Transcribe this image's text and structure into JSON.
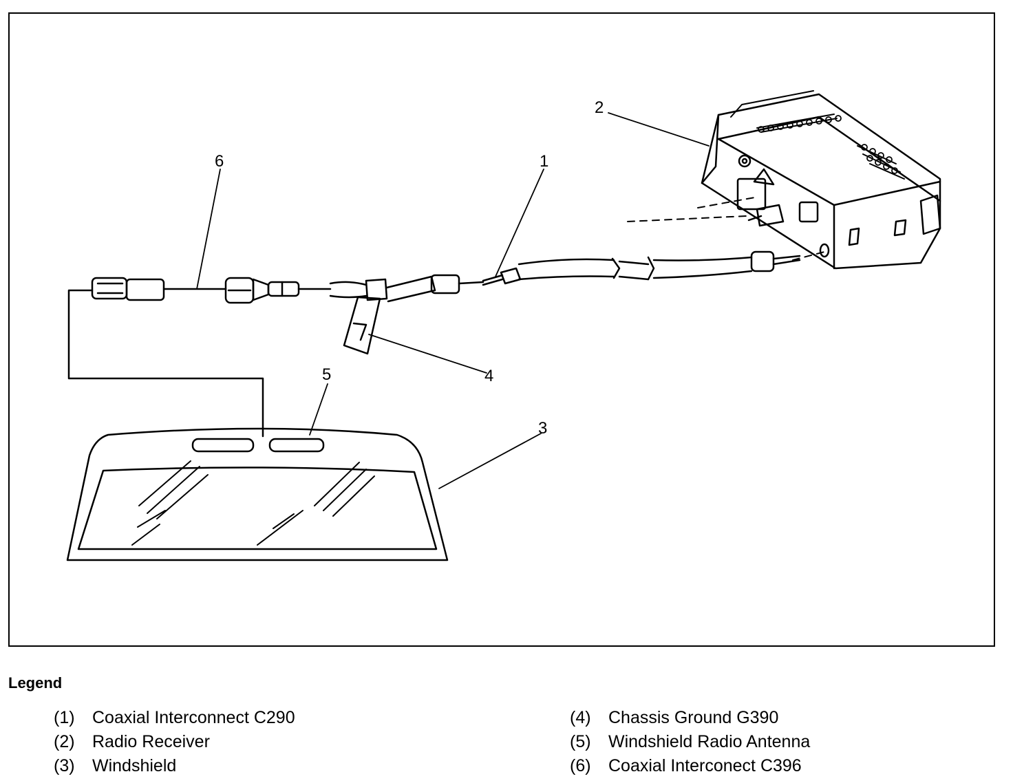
{
  "callouts": [
    "1",
    "2",
    "3",
    "4",
    "5",
    "6"
  ],
  "legend": {
    "title": "Legend",
    "left_items": [
      {
        "num": "(1)",
        "label": "Coaxial Interconnect C290"
      },
      {
        "num": "(2)",
        "label": "Radio Receiver"
      },
      {
        "num": "(3)",
        "label": "Windshield"
      }
    ],
    "right_items": [
      {
        "num": "(4)",
        "label": "Chassis Ground G390"
      },
      {
        "num": "(5)",
        "label": "Windshield Radio Antenna"
      },
      {
        "num": "(6)",
        "label": "Coaxial Interconect C396"
      }
    ]
  }
}
